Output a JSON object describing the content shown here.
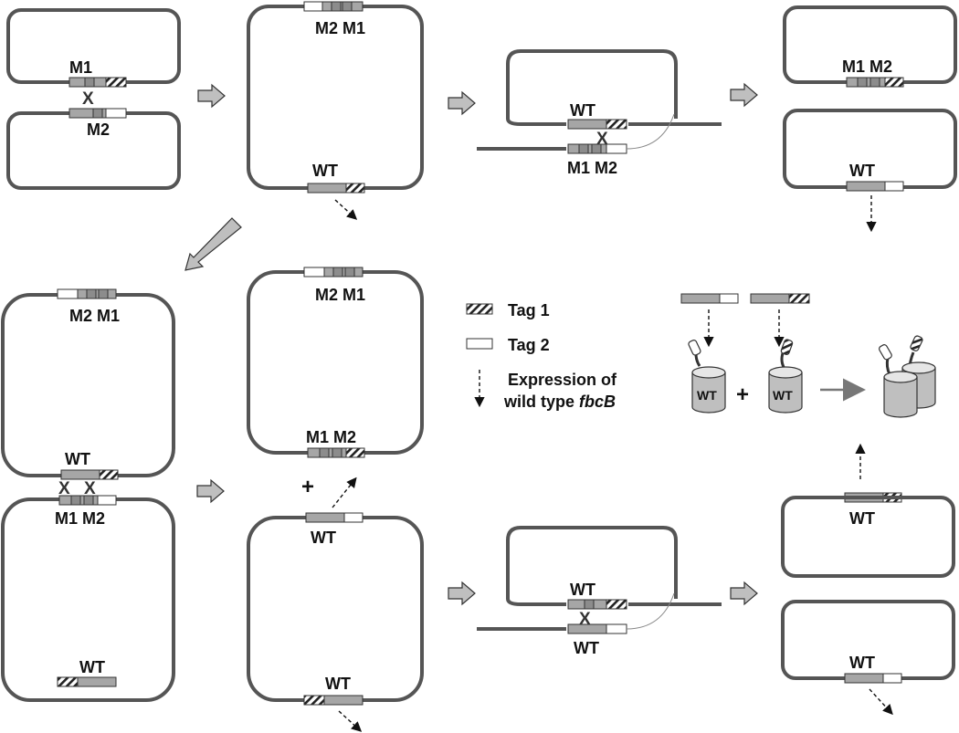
{
  "labels": {
    "m1": "M1",
    "m2": "M2",
    "wt": "WT",
    "m2m1": "M2 M1",
    "m1m2": "M1 M2",
    "cross": "X",
    "plus": "+"
  },
  "legend": {
    "tag1": "Tag 1",
    "tag2": "Tag 2",
    "expr_line1": "Expression of",
    "expr_line2_prefix": "wild type ",
    "expr_gene": "fbcB"
  },
  "colors": {
    "ring": "#555555",
    "gene": "#a6a6a6",
    "gene_dark": "#8c8c8c",
    "arrow": "#bfbfbf"
  }
}
